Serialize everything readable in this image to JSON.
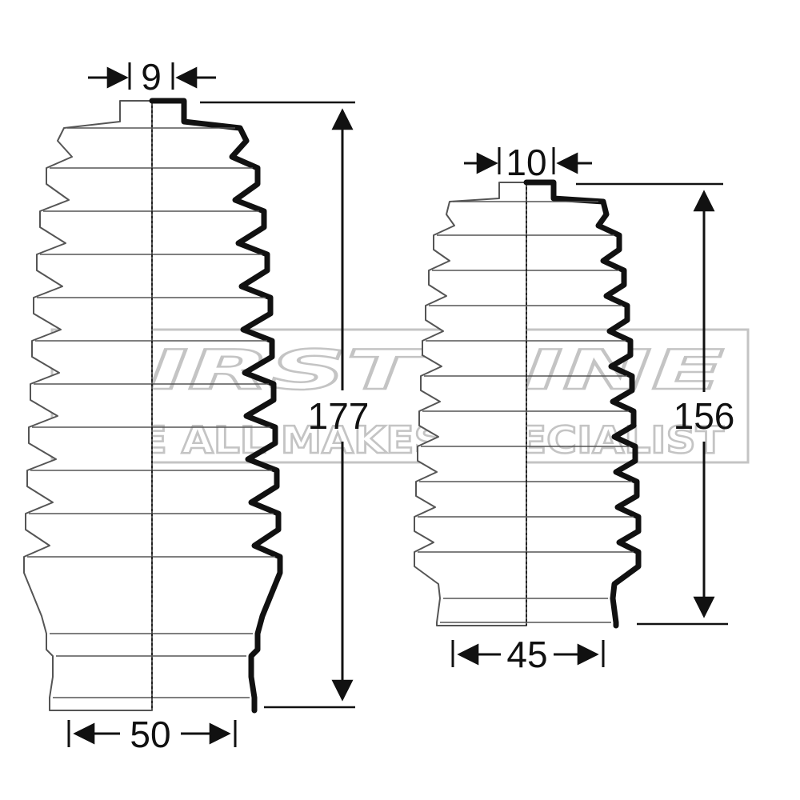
{
  "watermark": {
    "brand": "FIRST LINE",
    "tagline": "THE ALL MAKES SPECIALIST",
    "color": "#c4c4c4"
  },
  "boots": [
    {
      "id": "left",
      "small_diameter": "9",
      "length": "177",
      "large_diameter": "50",
      "convolutions": 10
    },
    {
      "id": "right",
      "small_diameter": "10",
      "length": "156",
      "large_diameter": "45",
      "convolutions": 10
    }
  ],
  "colors": {
    "line": "#111111",
    "fill": "#ffffff",
    "rib": "#555555"
  }
}
